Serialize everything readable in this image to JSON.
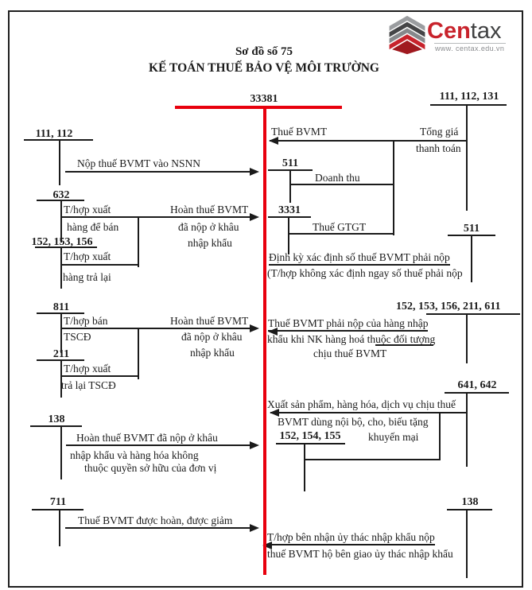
{
  "header": {
    "subtitle": "Sơ đồ số 75",
    "title": "KẾ TOÁN THUẾ BẢO VỆ MÔI TRƯỜNG"
  },
  "logo": {
    "brand_red": "Cen",
    "brand_dark": "tax",
    "website": "www. centax.edu.vn"
  },
  "colors": {
    "t_line_red": "#e8000d",
    "ink": "#1b1b1b",
    "logo_red": "#c8232c",
    "logo_gray": "#808285"
  },
  "center_account": "33381",
  "left": {
    "g1": {
      "account": "111, 112",
      "flow": "Nộp thuế BVMT vào NSNN"
    },
    "g2": {
      "account_a": "632",
      "tag_a1": "T/hợp xuất",
      "tag_a2": "hàng để bán",
      "account_b": "152, 153, 156",
      "tag_b1": "T/hợp xuất",
      "tag_b2": "hàng trả lại",
      "flow1": "Hoàn thuế BVMT",
      "flow2": "đã nộp ở khâu",
      "flow3": "nhập khẩu"
    },
    "g3": {
      "account_a": "811",
      "tag_a1": "T/hợp bán",
      "tag_a2": "TSCĐ",
      "account_b": "211",
      "tag_b1": "T/hợp xuất",
      "tag_b2": "trả lại TSCĐ",
      "flow1": "Hoàn thuế BVMT",
      "flow2": "đã nộp ở khâu",
      "flow3": "nhập khẩu"
    },
    "g4": {
      "account": "138",
      "flow1": "Hoàn thuế BVMT đã nộp ở khâu",
      "flow2": "nhập khẩu và hàng hóa không",
      "flow3": "thuộc quyền sở hữu của đơn vị"
    },
    "g5": {
      "account": "711",
      "flow": "Thuế BVMT được hoàn, được giảm"
    }
  },
  "right": {
    "g1": {
      "account": "111, 112, 131",
      "flow_main": "Thuế BVMT",
      "note1": "Tổng giá",
      "note2": "thanh toán",
      "sub_a_account": "511",
      "sub_a_flow": "Doanh thu",
      "sub_b_account": "3331",
      "sub_b_flow": "Thuế GTGT"
    },
    "g2": {
      "account": "511",
      "flow1": "Định kỳ xác định số thuế BVMT phải nộp",
      "flow2": "(T/hợp không xác định ngay số thuế phải nộp"
    },
    "g3": {
      "account": "152, 153, 156, 211, 611",
      "flow1": "Thuế BVMT phải nộp của hàng nhập",
      "flow2": "khẩu khi NK hàng hoá thuộc đối tượng",
      "flow3": "chịu thuế BVMT"
    },
    "g4": {
      "account_a": "641, 642",
      "account_b": "152, 154, 155",
      "flow1": "Xuất sản phẩm, hàng hóa, dịch vụ chịu thuế",
      "flow2": "BVMT dùng nội bộ, cho, biếu tặng",
      "flow3": "khuyến mại"
    },
    "g5": {
      "account": "138",
      "flow1": "T/hợp bên nhận ủy thác nhập khẩu nộp",
      "flow2": "thuế BVMT hộ bên giao ủy thác nhập khẩu"
    }
  }
}
